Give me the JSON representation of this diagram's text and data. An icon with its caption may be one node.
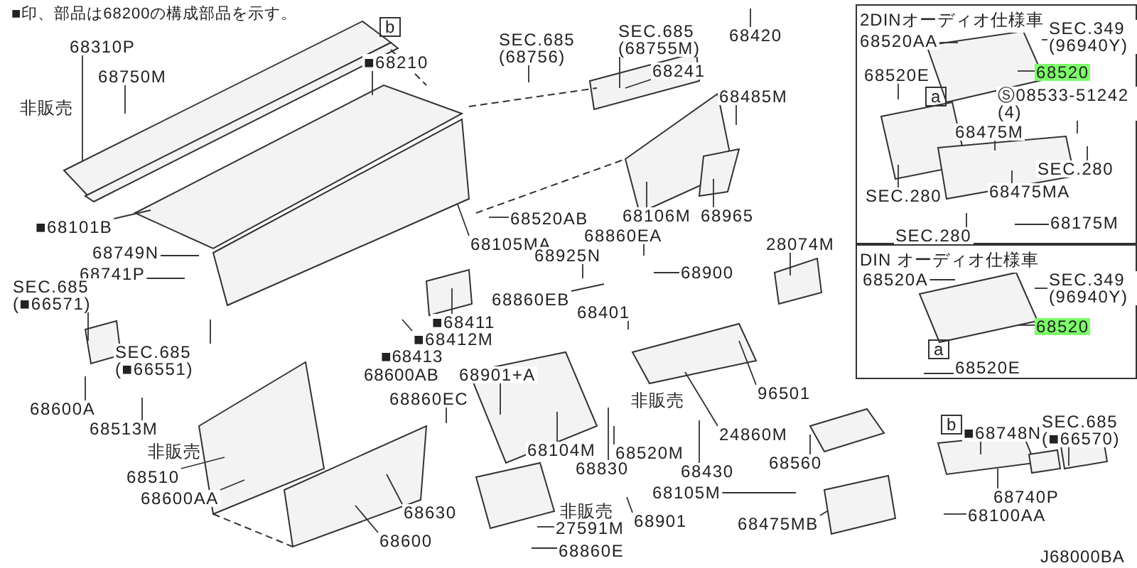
{
  "diagram": {
    "nodes": [
      {
        "text": [
          "2DINオーディオ仕様車"
        ]
      },
      {
        "text": [
          "DIN オーディオ仕様車"
        ]
      },
      {
        "text": [
          "68310P"
        ]
      },
      {
        "text": [
          "68750M"
        ]
      },
      {
        "text": [
          "■68210"
        ]
      },
      {
        "text": [
          "SEC.685 (68756)"
        ]
      },
      {
        "text": [
          "SEC.685 (68755M)"
        ]
      },
      {
        "text": [
          "68420"
        ]
      },
      {
        "text": [
          "68241"
        ]
      },
      {
        "text": [
          "68485M"
        ]
      },
      {
        "text": [
          "68965"
        ]
      },
      {
        "text": [
          "68106M"
        ]
      },
      {
        "text": [
          "68520AB"
        ]
      },
      {
        "text": [
          "68105MA"
        ]
      },
      {
        "text": [
          "68860EA"
        ]
      },
      {
        "text": [
          "68925N"
        ]
      },
      {
        "text": [
          "68900"
        ]
      },
      {
        "text": [
          "28074M"
        ]
      },
      {
        "text": [
          "■68101B"
        ]
      },
      {
        "text": [
          "68749N"
        ]
      },
      {
        "text": [
          "68741P"
        ]
      },
      {
        "text": [
          "SEC.685 (■66571)"
        ]
      },
      {
        "text": [
          "SEC.685 (■66551)"
        ]
      },
      {
        "text": [
          "68600A"
        ]
      },
      {
        "text": [
          "68513M"
        ]
      },
      {
        "text": [
          "68510"
        ]
      },
      {
        "text": [
          "68600AA"
        ]
      },
      {
        "text": [
          "■68411"
        ]
      },
      {
        "text": [
          "■68412M"
        ]
      },
      {
        "text": [
          "68860EB"
        ]
      },
      {
        "text": [
          "68401"
        ]
      },
      {
        "text": [
          "68901+A"
        ]
      },
      {
        "text": [
          "68860EC"
        ]
      },
      {
        "text": [
          "68104M"
        ]
      },
      {
        "text": [
          "68830"
        ]
      },
      {
        "text": [
          "68520M"
        ]
      },
      {
        "text": [
          "24860M"
        ]
      },
      {
        "text": [
          "68430"
        ]
      },
      {
        "text": [
          "68105M"
        ]
      },
      {
        "text": [
          "96501"
        ]
      },
      {
        "text": [
          "68560"
        ]
      },
      {
        "text": [
          "68475MB"
        ]
      },
      {
        "text": [
          "68630"
        ]
      },
      {
        "text": [
          "68600"
        ]
      },
      {
        "text": [
          "27591M"
        ]
      },
      {
        "text": [
          "68901"
        ]
      },
      {
        "text": [
          "68860E"
        ]
      },
      {
        "text": [
          "68520AA"
        ],
        "in": 0
      },
      {
        "text": [
          "SEC.349 (96940Y)"
        ],
        "in": 0
      },
      {
        "text": [
          "68520"
        ],
        "in": 0
      },
      {
        "text": [
          "68520E"
        ],
        "in": 0
      },
      {
        "text": [
          "Ⓢ08533-51242 (4)"
        ],
        "in": 0
      },
      {
        "text": [
          "68475M"
        ],
        "in": 0
      },
      {
        "text": [
          "SEC.280"
        ],
        "in": 0
      },
      {
        "text": [
          "68475MA"
        ],
        "in": 0
      },
      {
        "text": [
          "SEC.280"
        ],
        "in": 0
      },
      {
        "text": [
          "68175M"
        ],
        "in": 0
      },
      {
        "text": [
          "SEC.280"
        ],
        "in": 0
      },
      {
        "text": [
          "68520A"
        ],
        "in": 1
      },
      {
        "text": [
          "SEC.349 (96940Y)"
        ],
        "in": 1
      },
      {
        "text": [
          "68520"
        ],
        "in": 1
      },
      {
        "text": [
          "68520E"
        ],
        "in": 1
      },
      {
        "text": [
          "■68748N"
        ]
      },
      {
        "text": [
          "SEC.685 (■66570)"
        ]
      },
      {
        "text": [
          "68740P"
        ]
      },
      {
        "text": [
          "68100AA"
        ]
      }
    ],
    "edges": [
      {
        "from": 2,
        "to": null,
        "arrow": "none"
      },
      {
        "from": 3,
        "to": null,
        "arrow": "none"
      },
      {
        "from": 4,
        "to": null,
        "arrow": "none"
      },
      {
        "from": 5,
        "to": null,
        "arrow": "none"
      },
      {
        "from": 6,
        "to": null,
        "arrow": "none"
      },
      {
        "from": 7,
        "to": null,
        "arrow": "none"
      },
      {
        "from": 8,
        "to": null,
        "arrow": "none"
      },
      {
        "from": 9,
        "to": null,
        "arrow": "none"
      },
      {
        "from": 10,
        "to": null,
        "arrow": "none"
      },
      {
        "from": 11,
        "to": null,
        "arrow": "none"
      },
      {
        "from": 12,
        "to": null,
        "arrow": "none"
      },
      {
        "from": 13,
        "to": null,
        "arrow": "none"
      },
      {
        "from": 14,
        "to": null,
        "arrow": "none"
      },
      {
        "from": 15,
        "to": null,
        "arrow": "none"
      },
      {
        "from": 16,
        "to": null,
        "arrow": "none"
      },
      {
        "from": 17,
        "to": null,
        "arrow": "none"
      },
      {
        "from": 18,
        "to": null,
        "arrow": "none"
      },
      {
        "from": 19,
        "to": null,
        "arrow": "none"
      },
      {
        "from": 20,
        "to": null,
        "arrow": "none"
      },
      {
        "from": 21,
        "to": null,
        "arrow": "none"
      },
      {
        "from": 22,
        "to": null,
        "arrow": "none"
      },
      {
        "from": 23,
        "to": null,
        "arrow": "none"
      },
      {
        "from": 24,
        "to": null,
        "arrow": "none"
      },
      {
        "from": 25,
        "to": null,
        "arrow": "none"
      },
      {
        "from": 26,
        "to": null,
        "arrow": "none"
      },
      {
        "from": 27,
        "to": null,
        "arrow": "none"
      },
      {
        "from": 28,
        "to": null,
        "arrow": "none"
      },
      {
        "from": 29,
        "to": null,
        "arrow": "none"
      },
      {
        "from": 30,
        "to": null,
        "arrow": "none"
      },
      {
        "from": 31,
        "to": null,
        "arrow": "none"
      },
      {
        "from": 32,
        "to": null,
        "arrow": "none"
      },
      {
        "from": 33,
        "to": null,
        "arrow": "none"
      },
      {
        "from": 34,
        "to": null,
        "arrow": "none"
      },
      {
        "from": 35,
        "to": null,
        "arrow": "none"
      },
      {
        "from": 36,
        "to": null,
        "arrow": "none"
      },
      {
        "from": 37,
        "to": null,
        "arrow": "none"
      },
      {
        "from": 38,
        "to": null,
        "arrow": "none"
      },
      {
        "from": 39,
        "to": null,
        "arrow": "none"
      },
      {
        "from": 40,
        "to": null,
        "arrow": "none"
      },
      {
        "from": 41,
        "to": null,
        "arrow": "none"
      },
      {
        "from": 42,
        "to": null,
        "arrow": "none"
      },
      {
        "from": 43,
        "to": null,
        "arrow": "none"
      },
      {
        "from": 44,
        "to": null,
        "arrow": "none"
      },
      {
        "from": 45,
        "to": null,
        "arrow": "none"
      },
      {
        "from": 46,
        "to": null,
        "arrow": "none"
      },
      {
        "from": 47,
        "to": null,
        "arrow": "none"
      },
      {
        "from": 48,
        "to": null,
        "arrow": "none"
      },
      {
        "from": 49,
        "to": null,
        "arrow": "none"
      },
      {
        "from": 50,
        "to": null,
        "arrow": "none"
      },
      {
        "from": 51,
        "to": null,
        "arrow": "none"
      },
      {
        "from": 52,
        "to": null,
        "arrow": "none"
      },
      {
        "from": 53,
        "to": null,
        "arrow": "none"
      },
      {
        "from": 54,
        "to": null,
        "arrow": "none"
      },
      {
        "from": 55,
        "to": null,
        "arrow": "none"
      },
      {
        "from": 56,
        "to": null,
        "arrow": "none"
      },
      {
        "from": 57,
        "to": null,
        "arrow": "none"
      },
      {
        "from": 58,
        "to": null,
        "arrow": "none"
      },
      {
        "from": 59,
        "to": null,
        "arrow": "none"
      },
      {
        "from": 60,
        "to": null,
        "arrow": "none"
      },
      {
        "from": 61,
        "to": null,
        "arrow": "none"
      },
      {
        "from": 62,
        "to": null,
        "arrow": "none"
      },
      {
        "from": 63,
        "to": null,
        "arrow": "none"
      },
      {
        "from": 64,
        "to": null,
        "arrow": "none"
      },
      {
        "from": 65,
        "to": null,
        "arrow": "none"
      }
    ],
    "labels": [
      "■印、部品は68200の構成部品を示す。",
      "b",
      "非販売",
      "■68413",
      "68600AB",
      "非販売",
      "非販売",
      "非販売",
      "a",
      "a",
      "b",
      "J68000BA"
    ]
  }
}
